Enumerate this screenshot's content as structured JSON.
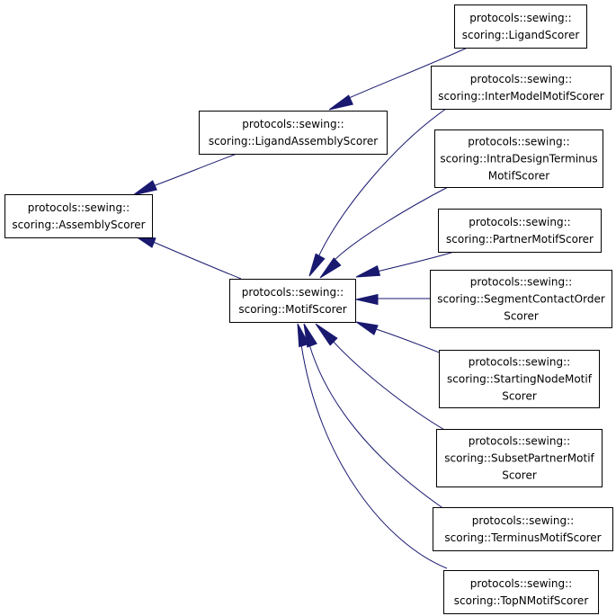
{
  "nodes": [
    {
      "id": "assembly",
      "lines": [
        "protocols::sewing::",
        "scoring::AssemblyScorer"
      ]
    },
    {
      "id": "ligand_assembly",
      "lines": [
        "protocols::sewing::",
        "scoring::LigandAssemblyScorer"
      ]
    },
    {
      "id": "ligand",
      "lines": [
        "protocols::sewing::",
        "scoring::LigandScorer"
      ]
    },
    {
      "id": "motif",
      "lines": [
        "protocols::sewing::",
        "scoring::MotifScorer"
      ]
    },
    {
      "id": "inter_model",
      "lines": [
        "protocols::sewing::",
        "scoring::InterModelMotifScorer"
      ]
    },
    {
      "id": "intra_design",
      "lines": [
        "protocols::sewing::",
        "scoring::IntraDesignTerminus",
        "MotifScorer"
      ]
    },
    {
      "id": "partner",
      "lines": [
        "protocols::sewing::",
        "scoring::PartnerMotifScorer"
      ]
    },
    {
      "id": "segment_contact",
      "lines": [
        "protocols::sewing::",
        "scoring::SegmentContactOrder",
        "Scorer"
      ]
    },
    {
      "id": "starting_node",
      "lines": [
        "protocols::sewing::",
        "scoring::StartingNodeMotif",
        "Scorer"
      ]
    },
    {
      "id": "subset_partner",
      "lines": [
        "protocols::sewing::",
        "scoring::SubsetPartnerMotif",
        "Scorer"
      ]
    },
    {
      "id": "terminus",
      "lines": [
        "protocols::sewing::",
        "scoring::TerminusMotifScorer"
      ]
    },
    {
      "id": "topn",
      "lines": [
        "protocols::sewing::",
        "scoring::TopNMotifScorer"
      ]
    }
  ],
  "edges": [
    {
      "from": "ligand_assembly",
      "to": "assembly"
    },
    {
      "from": "motif",
      "to": "assembly"
    },
    {
      "from": "ligand",
      "to": "ligand_assembly"
    },
    {
      "from": "inter_model",
      "to": "motif"
    },
    {
      "from": "intra_design",
      "to": "motif"
    },
    {
      "from": "partner",
      "to": "motif"
    },
    {
      "from": "segment_contact",
      "to": "motif"
    },
    {
      "from": "starting_node",
      "to": "motif"
    },
    {
      "from": "subset_partner",
      "to": "motif"
    },
    {
      "from": "terminus",
      "to": "motif"
    },
    {
      "from": "topn",
      "to": "motif"
    }
  ],
  "colors": {
    "edge": "#191970",
    "border": "#000000",
    "fill": "#ffffff"
  }
}
